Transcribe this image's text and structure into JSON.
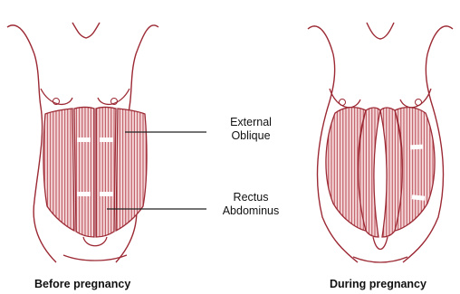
{
  "labels": {
    "external_oblique_line1": "External",
    "external_oblique_line2": "Oblique",
    "rectus_line1": "Rectus",
    "rectus_line2": "Abdominus"
  },
  "captions": {
    "before": "Before pregnancy",
    "during": "During pregnancy"
  },
  "colors": {
    "outline": "#9c2a35",
    "muscle_fill": "#f3d7d9",
    "fiber": "#b33944",
    "tendon": "#ffffff",
    "leader_line": "#222222"
  }
}
